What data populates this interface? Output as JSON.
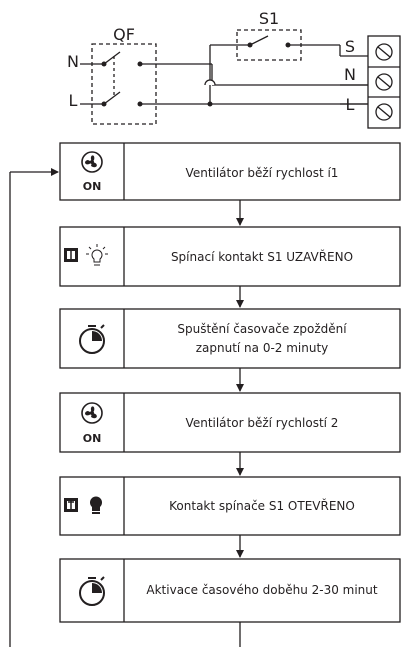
{
  "wiring": {
    "breaker_label": "QF",
    "switch_label": "S1",
    "input_left": [
      "N",
      "L"
    ],
    "terminals": [
      "S",
      "N",
      "L"
    ]
  },
  "steps": [
    {
      "icon": "fan-on-icon",
      "icon_text": "ON",
      "lines": [
        "Ventilátor běží rychlost í1"
      ]
    },
    {
      "icon": "switch-closed-light-on-icon",
      "lines": [
        "Spínací kontakt S1 UZAVŘENO"
      ]
    },
    {
      "icon": "timer-icon",
      "lines": [
        "Spuštění časovače zpoždění",
        "zapnutí na 0-2 minuty"
      ]
    },
    {
      "icon": "fan-on-icon",
      "icon_text": "ON",
      "lines": [
        "Ventilátor běží rychlostí 2"
      ]
    },
    {
      "icon": "switch-open-light-off-icon",
      "lines": [
        "Kontakt spínače S1 OTEVŘENO"
      ]
    },
    {
      "icon": "timer-icon",
      "lines": [
        "Aktivace časového doběhu 2-30 minut"
      ]
    }
  ]
}
